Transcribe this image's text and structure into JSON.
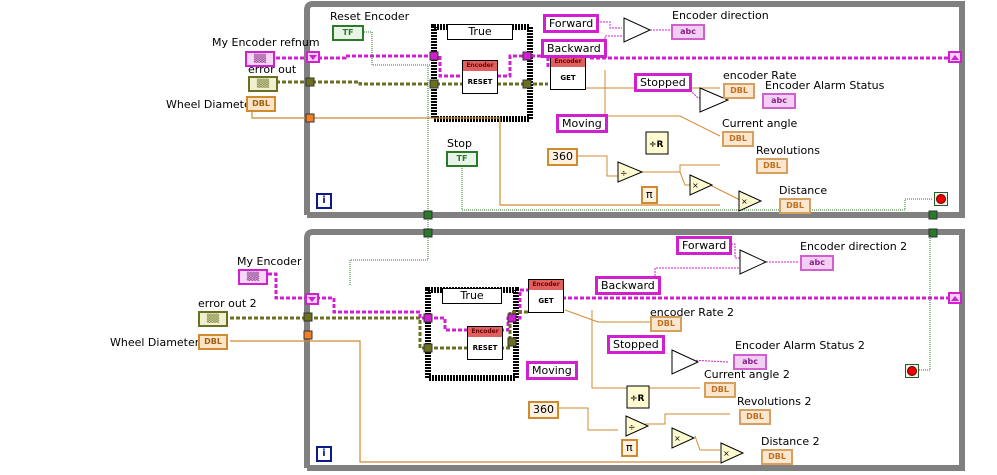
{
  "loop1": {
    "controls": {
      "reset_encoder": {
        "label": "Reset Encoder",
        "tag": "TF"
      },
      "encoder_refnum": {
        "label": "My Encoder refnum",
        "tag": "▒▒"
      },
      "error_out": {
        "label": "error out",
        "tag": "▒▒"
      },
      "wheel_diameter": {
        "label": "Wheel Diameter",
        "tag": "DBL"
      },
      "stop": {
        "label": "Stop",
        "tag": "TF"
      }
    },
    "case_selector": "True",
    "subvis": [
      {
        "header": "Encoder",
        "body": "RESET"
      },
      {
        "header": "Encoder",
        "body": "GET"
      }
    ],
    "string_constants": [
      "Forward",
      "Backward",
      "Stopped",
      "Moving"
    ],
    "numeric_constants": {
      "degrees": "360",
      "pi": "π"
    },
    "indicators": {
      "encoder_direction": {
        "label": "Encoder direction",
        "tag": "abc"
      },
      "encoder_rate": {
        "label": "encoder Rate",
        "tag": "DBL"
      },
      "alarm_status": {
        "label": "Encoder Alarm Status",
        "tag": "abc"
      },
      "current_angle": {
        "label": "Current angle",
        "tag": "DBL"
      },
      "revolutions": {
        "label": "Revolutions",
        "tag": "DBL"
      },
      "distance": {
        "label": "Distance",
        "tag": "DBL"
      }
    },
    "iteration_terminal": "i"
  },
  "loop2": {
    "controls": {
      "encoder_refnum": {
        "label": "My Encoder",
        "tag": "▒▒"
      },
      "error_out": {
        "label": "error out 2",
        "tag": "▒▒"
      },
      "wheel_diameter": {
        "label": "Wheel Diameter 2",
        "tag": "DBL"
      }
    },
    "case_selector": "True",
    "subvis": [
      {
        "header": "Encoder",
        "body": "RESET"
      },
      {
        "header": "Encoder",
        "body": "GET"
      }
    ],
    "string_constants": [
      "Forward",
      "Backward",
      "Stopped",
      "Moving"
    ],
    "numeric_constants": {
      "degrees": "360",
      "pi": "π"
    },
    "indicators": {
      "encoder_direction": {
        "label": "Encoder direction 2",
        "tag": "abc"
      },
      "encoder_rate": {
        "label": "encoder Rate 2",
        "tag": "DBL"
      },
      "alarm_status": {
        "label": "Encoder Alarm Status 2",
        "tag": "abc"
      },
      "current_angle": {
        "label": "Current angle 2",
        "tag": "DBL"
      },
      "revolutions": {
        "label": "Revolutions 2",
        "tag": "DBL"
      },
      "distance": {
        "label": "Distance 2",
        "tag": "DBL"
      }
    },
    "iteration_terminal": "i"
  },
  "colors": {
    "loop_frame": "#808080",
    "refnum_wire": "#d020d0",
    "error_wire": "#6a7020",
    "numeric_wire": "#d08a30",
    "boolean_wire": "#2a7a2a"
  }
}
